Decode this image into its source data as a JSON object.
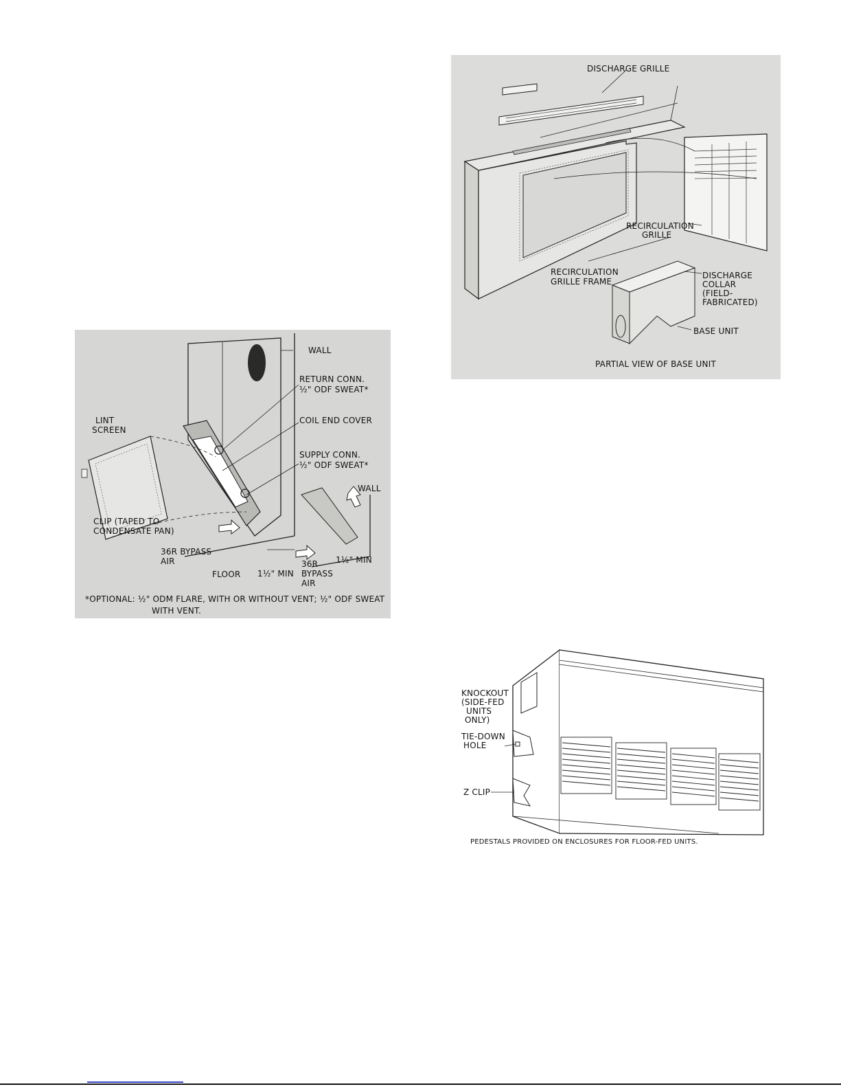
{
  "figures": {
    "left": {
      "labels": {
        "wall_top": "WALL",
        "return_conn_1": "RETURN CONN.",
        "return_conn_2": "½\" ODF SWEAT*",
        "lint_screen_1": "LINT",
        "lint_screen_2": "SCREEN",
        "coil_end_cover": "COIL END COVER",
        "supply_conn_1": "SUPPLY CONN.",
        "supply_conn_2": "½\" ODF SWEAT*",
        "wall_right": "WALL",
        "clip_1": "CLIP (TAPED TO",
        "clip_2": "CONDENSATE PAN)",
        "bypass_1": "36R BYPASS",
        "bypass_2": "AIR",
        "floor": "FLOOR",
        "min_left": "1½\" MIN",
        "bypass_r1": "36R",
        "bypass_r2": "BYPASS",
        "bypass_r3": "AIR",
        "min_right": "1½\" MIN",
        "note_1": "*OPTIONAL: ½\" ODM FLARE, WITH OR WITHOUT VENT; ½\" ODF SWEAT",
        "note_2": "WITH VENT."
      }
    },
    "top": {
      "labels": {
        "discharge_grille": "DISCHARGE GRILLE",
        "recirc_grille_1": "RECIRCULATION",
        "recirc_grille_2": "GRILLE",
        "recirc_frame_1": "RECIRCULATION",
        "recirc_frame_2": "GRILLE FRAME",
        "discharge_collar_1": "DISCHARGE",
        "discharge_collar_2": "COLLAR",
        "discharge_collar_3": "(FIELD-",
        "discharge_collar_4": "FABRICATED)",
        "base_unit": "BASE UNIT",
        "partial_view": "PARTIAL VIEW OF BASE UNIT"
      }
    },
    "bottom": {
      "labels": {
        "knockout_1": "KNOCKOUT",
        "knockout_2": "(SIDE-FED",
        "knockout_3": "UNITS",
        "knockout_4": "ONLY)",
        "tiedown_1": "TIE-DOWN",
        "tiedown_2": "HOLE",
        "zclip": "Z CLIP",
        "pedestals": "PEDESTALS PROVIDED ON ENCLOSURES FOR FLOOR-FED UNITS."
      }
    }
  }
}
